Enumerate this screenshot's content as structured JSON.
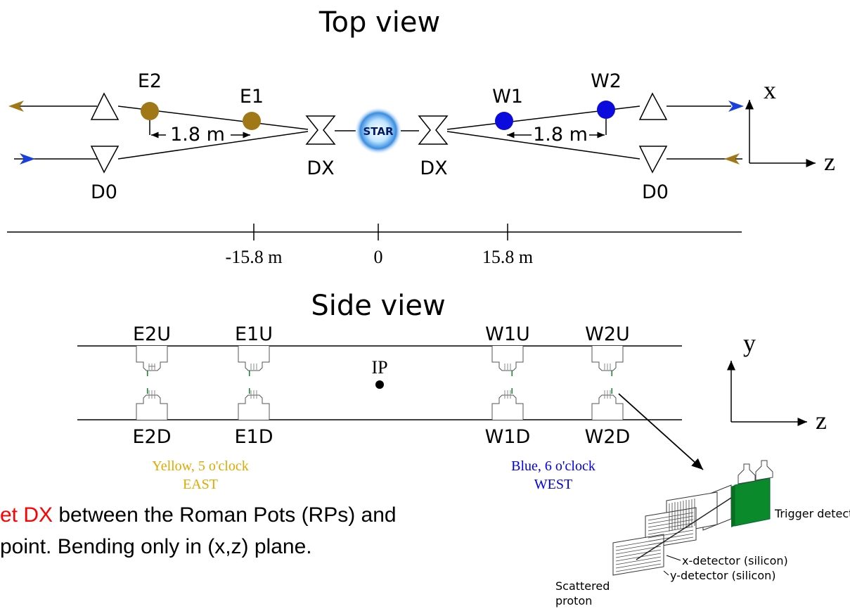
{
  "top_view": {
    "title": "Top view",
    "labels": {
      "e2": "E2",
      "e1": "E1",
      "w1": "W1",
      "w2": "W2",
      "dx_east": "DX",
      "dx_west": "DX",
      "d0_east": "D0",
      "d0_west": "D0",
      "star": "STAR",
      "dist_east": "1.8 m",
      "dist_west": "1.8 m"
    },
    "axes": {
      "x": "x",
      "z": "z"
    },
    "colors": {
      "east": "#a07818",
      "west": "#0b0bdd",
      "yellow_beam": "#a07818",
      "blue_beam": "#1a3fe0"
    }
  },
  "scale": {
    "ticks": [
      "-15.8 m",
      "0",
      "15.8 m"
    ]
  },
  "side_view": {
    "title": "Side view",
    "labels": {
      "e2u": "E2U",
      "e1u": "E1U",
      "w1u": "W1U",
      "w2u": "W2U",
      "e2d": "E2D",
      "e1d": "E1D",
      "w1d": "W1D",
      "w2d": "W2D",
      "ip": "IP"
    },
    "axes": {
      "y": "y",
      "z": "z"
    },
    "east": {
      "line1": "Yellow, 5 o'clock",
      "line2": "EAST",
      "color": "#e0a800"
    },
    "west": {
      "line1": "Blue, 6 o'clock",
      "line2": "WEST",
      "color": "#0000ee"
    }
  },
  "detector": {
    "trigger": "Trigger detector",
    "x_det": "x-detector (silicon)",
    "y_det": "y-detector (silicon)",
    "scattered_1": "Scattered",
    "scattered_2": "proton",
    "colors": {
      "trigger": "#0a8a2a"
    }
  },
  "caption": {
    "line1_red": "et DX",
    "line1_rest": " between the Roman Pots (RPs) and",
    "line2": "point. Bending only in (x,z) plane."
  }
}
